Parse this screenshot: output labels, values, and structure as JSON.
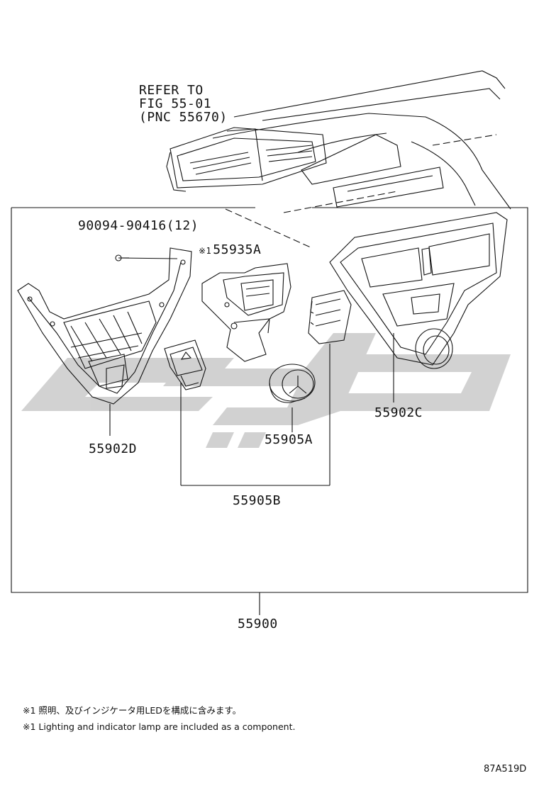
{
  "refer": {
    "line1": "REFER TO",
    "line2": "FIG 55-01",
    "line3": "(PNC 55670)"
  },
  "parts": {
    "bolt": "90094-90416(12)",
    "mark_symbol": "※1",
    "p55935A": "55935A",
    "p55902D": "55902D",
    "p55902C": "55902C",
    "p55905A": "55905A",
    "p55905B": "55905B",
    "p55900": "55900"
  },
  "notes": {
    "jp": "※1 照明、及びインジケータ用LEDを構成に含みます。",
    "en": "※1 Lighting and indicator lamp are included as a component."
  },
  "figure_code": "87A519D",
  "colors": {
    "line": "#111111",
    "watermark": "#c9c9c9"
  }
}
